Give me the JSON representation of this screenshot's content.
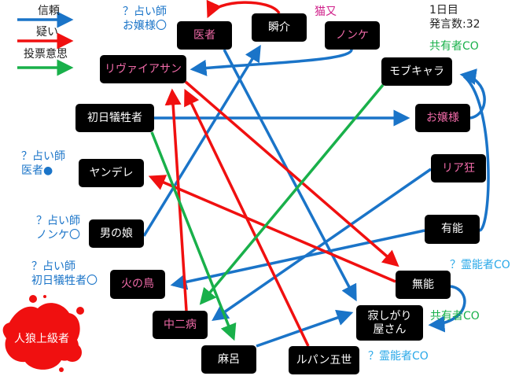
{
  "legend": {
    "trust": "信頼",
    "doubt": "疑い",
    "vote": "投票意思"
  },
  "colors": {
    "trust": "#1a74c8",
    "doubt": "#f01010",
    "vote": "#19b04a",
    "pink_text": "#f06aa8"
  },
  "status": {
    "day": "1日目",
    "posts": "発言数:32"
  },
  "nodes": {
    "isha": "医者",
    "shunsuke": "瞬介",
    "nonke": "ノンケ",
    "leviathan": "リヴァイアサン",
    "mob": "モブキャラ",
    "shonichi": "初日犠牲者",
    "ojousama": "お嬢様",
    "yandere": "ヤンデレ",
    "riakyo": "リア狂",
    "otokonoko": "男の娘",
    "yuunou": "有能",
    "hinotori": "火の鳥",
    "munou": "無能",
    "chuuni": "中二病",
    "sabishi": "寂しがり屋さん",
    "jinrou": "人狼上級者",
    "maro": "麻呂",
    "lupin": "ルパン五世"
  },
  "notes": {
    "seer_ojou": "？占い師\nお嬢様〇",
    "nekomata": "猫又",
    "shared_top": "共有者CO",
    "seer_isha": "？占い師\n医者●",
    "seer_nonke": "？占い師\nノンケ〇",
    "seer_shonichi": "？占い師\n初日犠牲者〇",
    "medium_right": "？霊能者CO",
    "shared_bottom": "共有者CO",
    "medium_bottom": "？霊能者CO"
  }
}
